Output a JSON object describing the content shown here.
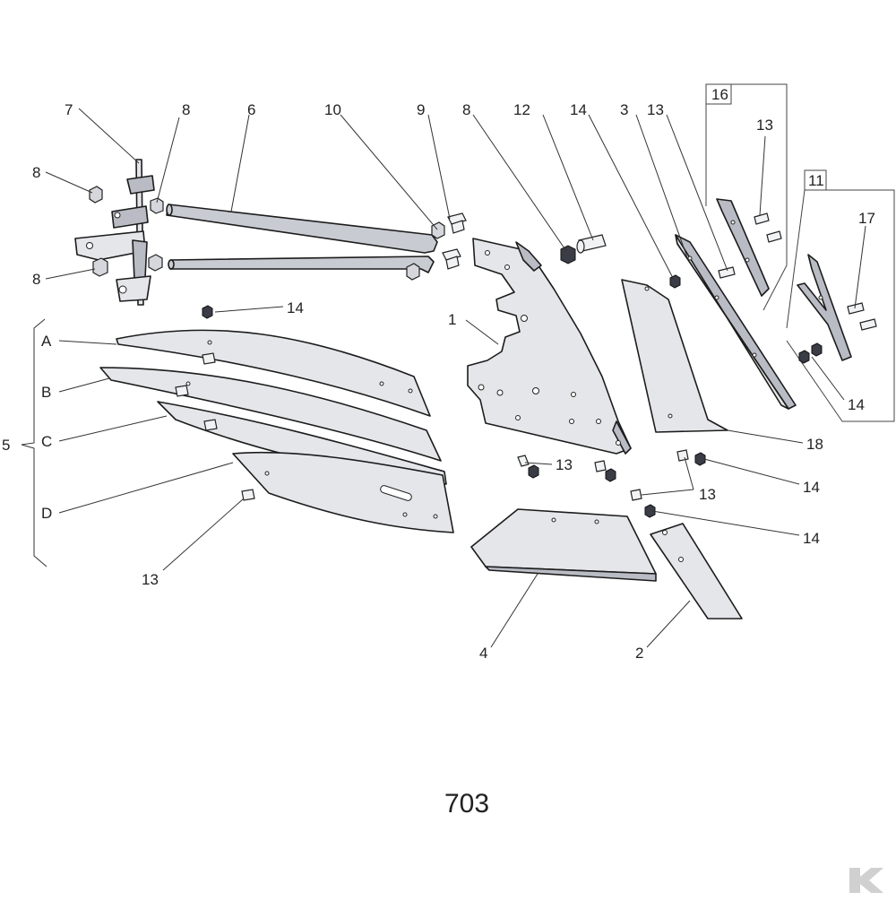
{
  "diagram": {
    "page_number": "703",
    "labels": {
      "p1": "1",
      "p2": "2",
      "p3": "3",
      "p4": "4",
      "p5": "5",
      "p6": "6",
      "p7": "7",
      "p8a": "8",
      "p8b": "8",
      "p8c": "8",
      "p8d": "8",
      "p9": "9",
      "p10": "10",
      "p11": "11",
      "p12": "12",
      "p13a": "13",
      "p13b": "13",
      "p13c": "13",
      "p13d": "13",
      "p13e": "13",
      "p14a": "14",
      "p14b": "14",
      "p14c": "14",
      "p14d": "14",
      "p14e": "14",
      "p16": "16",
      "p17": "17",
      "p18": "18",
      "pA": "A",
      "pB": "B",
      "pC": "C",
      "pD": "D"
    },
    "logo": "K"
  },
  "colors": {
    "outline": "#1c1c1c",
    "plate": "#e4e6ea",
    "nut": "#3a3d46",
    "logo": "#d0d0d0"
  }
}
